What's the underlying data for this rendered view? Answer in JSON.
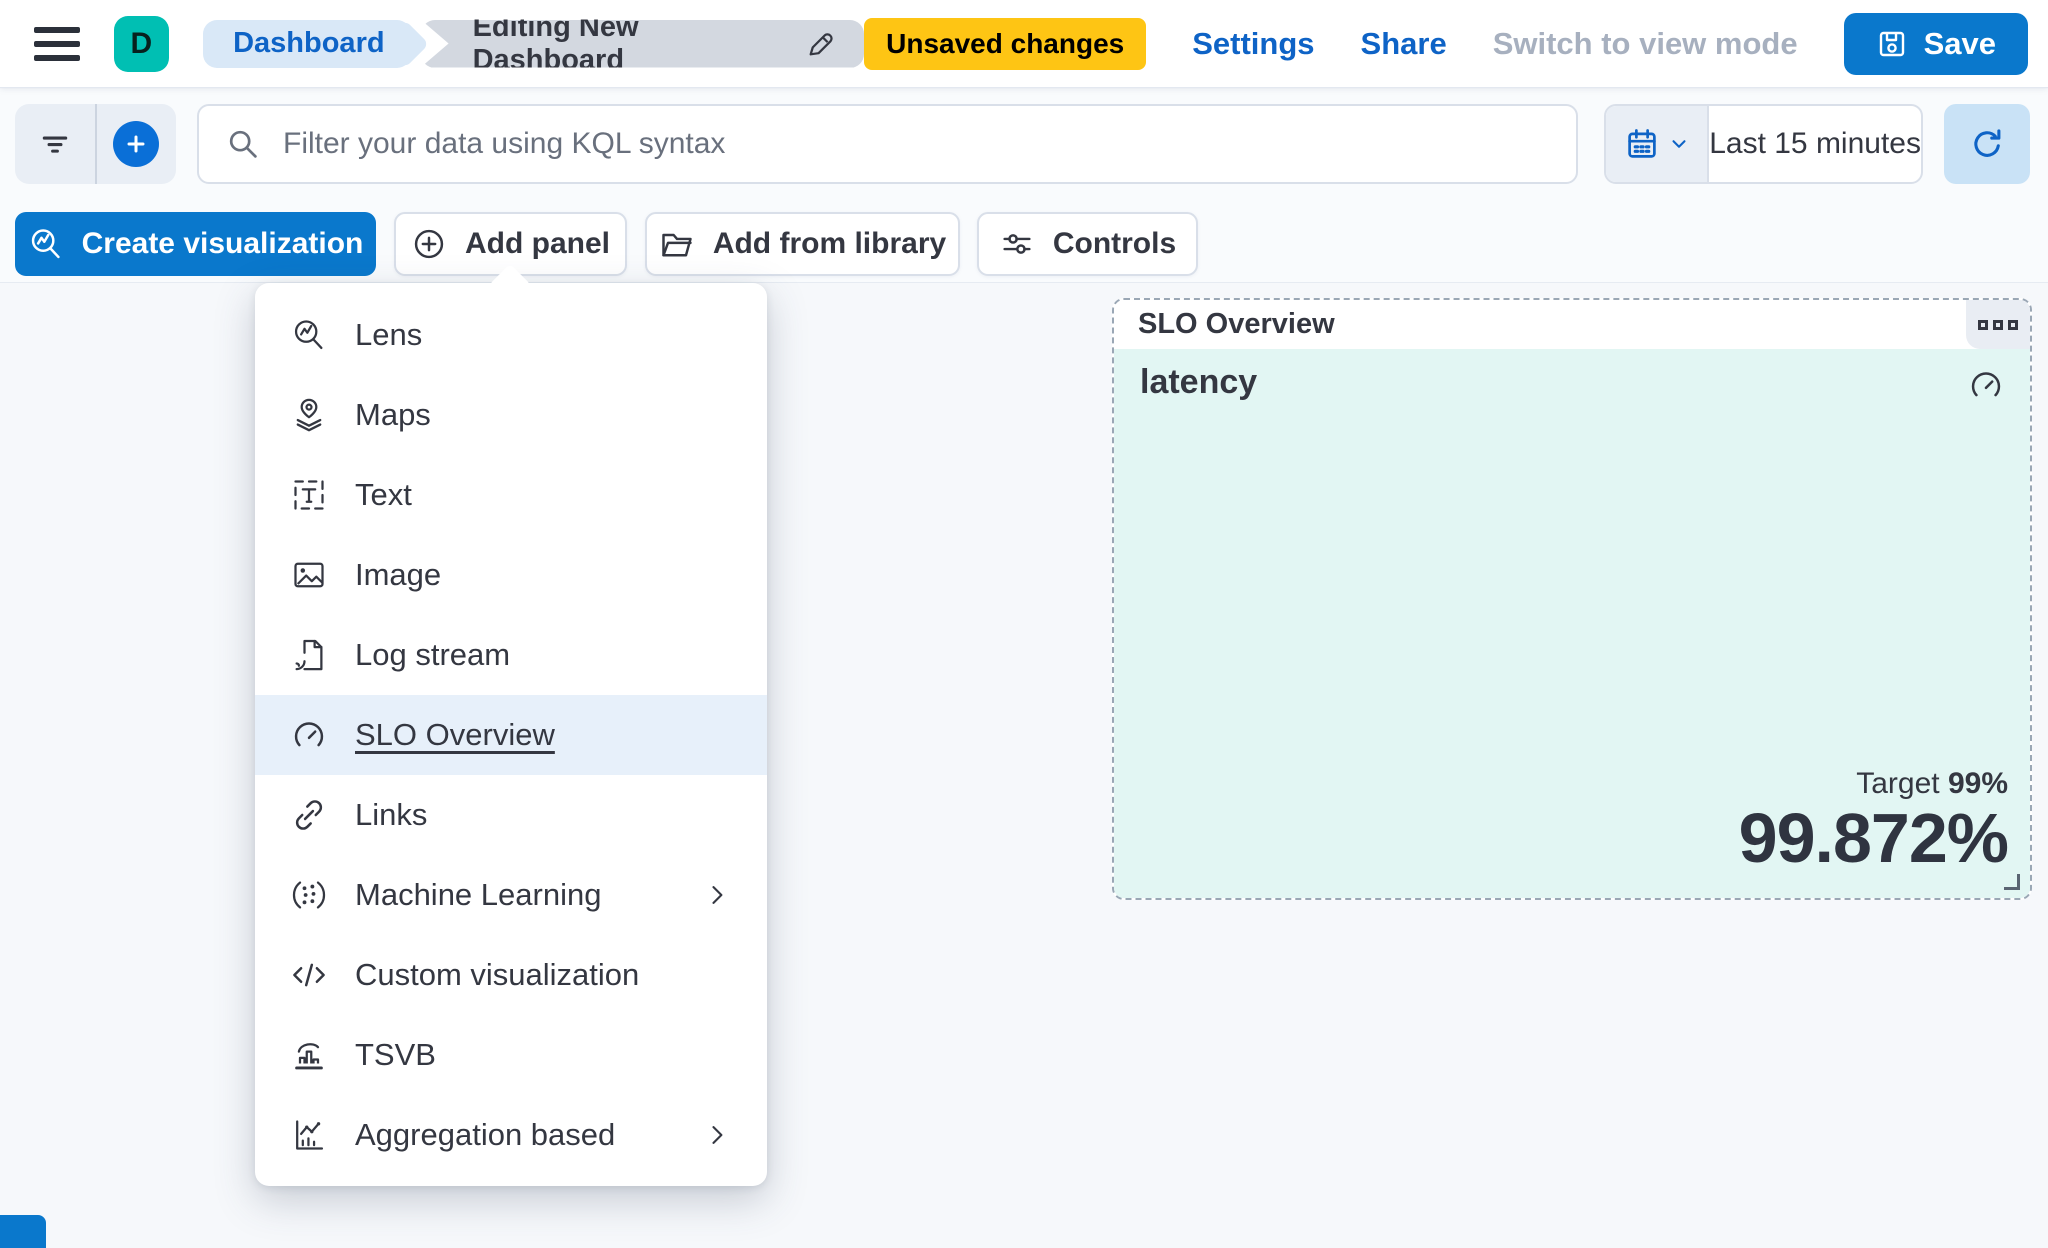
{
  "header": {
    "logo_letter": "D",
    "breadcrumbs": [
      {
        "label": "Dashboard"
      },
      {
        "label": "Editing New Dashboard"
      }
    ],
    "unsaved_badge": "Unsaved changes",
    "settings_label": "Settings",
    "share_label": "Share",
    "switch_view_label": "Switch to view mode",
    "save_label": "Save"
  },
  "toolbar": {
    "search_placeholder": "Filter your data using KQL syntax",
    "time_range": "Last 15 minutes",
    "create_visualization_label": "Create visualization",
    "add_panel_label": "Add panel",
    "add_from_library_label": "Add from library",
    "controls_label": "Controls",
    "icons": [
      "filter-icon",
      "add-filter-plus-icon",
      "search-icon",
      "calendar-icon",
      "chevron-down-icon",
      "refresh-icon"
    ]
  },
  "add_panel_menu": {
    "items": [
      {
        "label": "Lens",
        "icon": "lens-icon",
        "selected": false,
        "has_submenu": false
      },
      {
        "label": "Maps",
        "icon": "maps-icon",
        "selected": false,
        "has_submenu": false
      },
      {
        "label": "Text",
        "icon": "text-icon",
        "selected": false,
        "has_submenu": false
      },
      {
        "label": "Image",
        "icon": "image-icon",
        "selected": false,
        "has_submenu": false
      },
      {
        "label": "Log stream",
        "icon": "log-stream-icon",
        "selected": false,
        "has_submenu": false
      },
      {
        "label": "SLO Overview",
        "icon": "gauge-icon",
        "selected": true,
        "has_submenu": false
      },
      {
        "label": "Links",
        "icon": "link-icon",
        "selected": false,
        "has_submenu": false
      },
      {
        "label": "Machine Learning",
        "icon": "machine-learning-icon",
        "selected": false,
        "has_submenu": true
      },
      {
        "label": "Custom visualization",
        "icon": "code-icon",
        "selected": false,
        "has_submenu": false
      },
      {
        "label": "TSVB",
        "icon": "tsvb-chart-icon",
        "selected": false,
        "has_submenu": false
      },
      {
        "label": "Aggregation based",
        "icon": "aggregation-chart-icon",
        "selected": false,
        "has_submenu": true
      }
    ]
  },
  "slo_panel": {
    "header_title": "SLO Overview",
    "slo_name": "latency",
    "target_label": "Target",
    "target_value": "99%",
    "value": "99.872%"
  },
  "colors": {
    "brand_teal": "#00bfb3",
    "primary_blue": "#0a78cc",
    "link_blue": "#0e63c6",
    "warning_yellow": "#fec514",
    "text_dark": "#343741",
    "placeholder_gray": "#69707d",
    "disabled_gray": "#a7b0bf",
    "menu_highlight": "#e7f0fa",
    "panel_mint": "#e2f6f3",
    "dashed_border": "#9aa7b5"
  }
}
